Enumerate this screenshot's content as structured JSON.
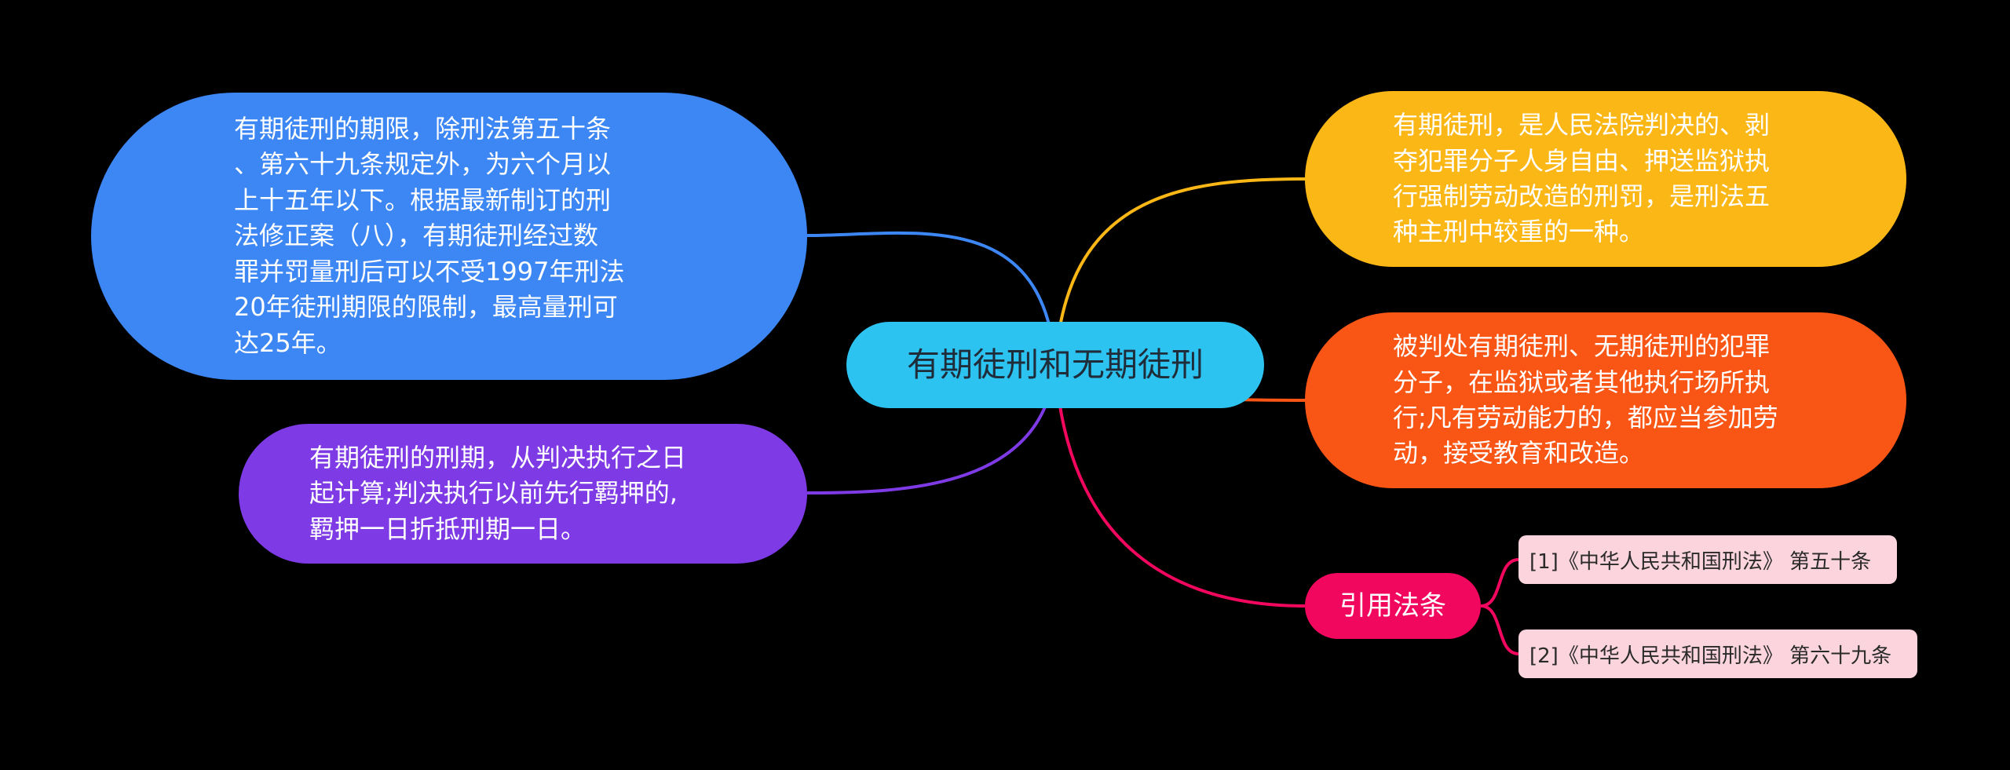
{
  "colors": {
    "center": "#2dc3f1",
    "left_top": "#3d87f5",
    "left_bottom": "#7e3ae5",
    "right_top": "#fbb715",
    "right_mid": "#f95514",
    "citation": "#f2075f",
    "reference_bg": "#fbd4de"
  },
  "center": {
    "title": "有期徒刑和无期徒刑"
  },
  "nodes": {
    "left_top": {
      "lines": [
        "有期徒刑的期限，除刑法第五十条",
        "、第六十九条规定外，为六个月以",
        "上十五年以下。根据最新制订的刑",
        "法修正案（八），有期徒刑经过数",
        "罪并罚量刑后可以不受1997年刑法",
        "20年徒刑期限的限制，最高量刑可",
        "达25年。"
      ]
    },
    "left_bottom": {
      "lines": [
        "有期徒刑的刑期，从判决执行之日",
        "起计算;判决执行以前先行羁押的,",
        "羁押一日折抵刑期一日。"
      ]
    },
    "right_top": {
      "lines": [
        "有期徒刑，是人民法院判决的、剥",
        "夺犯罪分子人身自由、押送监狱执",
        "行强制劳动改造的刑罚，是刑法五",
        "种主刑中较重的一种。"
      ]
    },
    "right_mid": {
      "lines": [
        "被判处有期徒刑、无期徒刑的犯罪",
        "分子，在监狱或者其他执行场所执",
        "行;凡有劳动能力的，都应当参加劳",
        "动，接受教育和改造。"
      ]
    },
    "citation": {
      "label": "引用法条",
      "references": [
        "[1]《中华人民共和国刑法》 第五十条",
        "[2]《中华人民共和国刑法》 第六十九条"
      ]
    }
  }
}
